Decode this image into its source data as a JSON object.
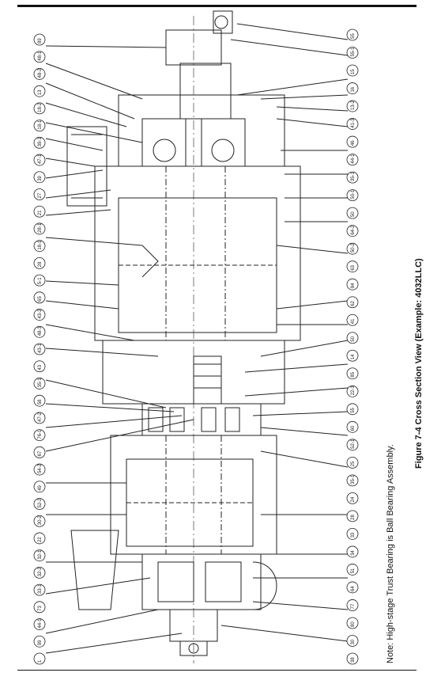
{
  "figure": {
    "caption": "Figure 7-4 Cross Section View (Example: 4032LLC)",
    "note": "Note: High-stage Trust Bearing is Ball Bearing Assembly."
  },
  "left_callouts": [
    "89",
    "48-1",
    "48-2",
    "13",
    "18-2",
    "18-1",
    "39-1",
    "47-1",
    "39",
    "27",
    "21",
    "28-1",
    "18-1",
    "28",
    "5-1",
    "65",
    "43-2",
    "48-3",
    "43-1",
    "43",
    "35-1",
    "58",
    "47-2",
    "76-1",
    "67",
    "54-2",
    "49",
    "52-2",
    "30-2",
    "22",
    "32-1",
    "32-2",
    "33-1",
    "73",
    "44-1",
    "99",
    "1"
  ],
  "right_callouts": [
    "55",
    "55-1",
    "15",
    "16",
    "13-2",
    "41-3",
    "46",
    "44-1",
    "35-1",
    "50-1",
    "50",
    "64-2",
    "50-2",
    "63",
    "84",
    "62",
    "41",
    "50",
    "14",
    "85",
    "22-3",
    "55",
    "60",
    "52-1",
    "25",
    "35-1",
    "24",
    "28",
    "33",
    "34",
    "51",
    "64",
    "77",
    "80",
    "30",
    "38"
  ],
  "footer": {
    "left": "",
    "right": ""
  }
}
